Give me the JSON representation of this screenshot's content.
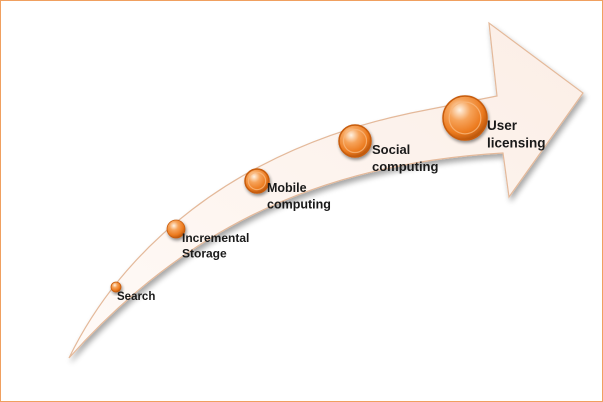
{
  "diagram": {
    "stages": [
      {
        "label_lines": [
          "Search"
        ]
      },
      {
        "label_lines": [
          "Incremental",
          "Storage"
        ]
      },
      {
        "label_lines": [
          "Mobile",
          "computing"
        ]
      },
      {
        "label_lines": [
          "Social",
          "computing"
        ]
      },
      {
        "label_lines": [
          "User",
          "licensing"
        ]
      }
    ]
  },
  "colors": {
    "arrow_fill": "#fbf0ea",
    "arrow_stroke": "#e9c3a8",
    "frame_border": "#f0a060",
    "node_orange": "#f07d22",
    "node_highlight": "#fde0c0",
    "node_dark": "#c75c0c"
  }
}
